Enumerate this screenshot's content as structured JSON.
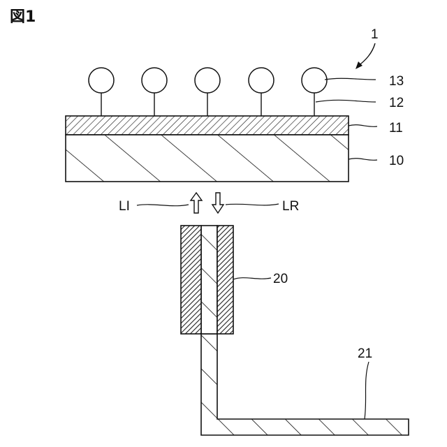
{
  "figure": {
    "title": "図1",
    "labels": {
      "device": "1",
      "sphere": "13",
      "stem": "12",
      "upper_layer": "11",
      "substrate": "10",
      "incident_light": "LI",
      "reflected_light": "LR",
      "sleeve": "20",
      "fiber": "21"
    },
    "spheres_count": 5
  }
}
